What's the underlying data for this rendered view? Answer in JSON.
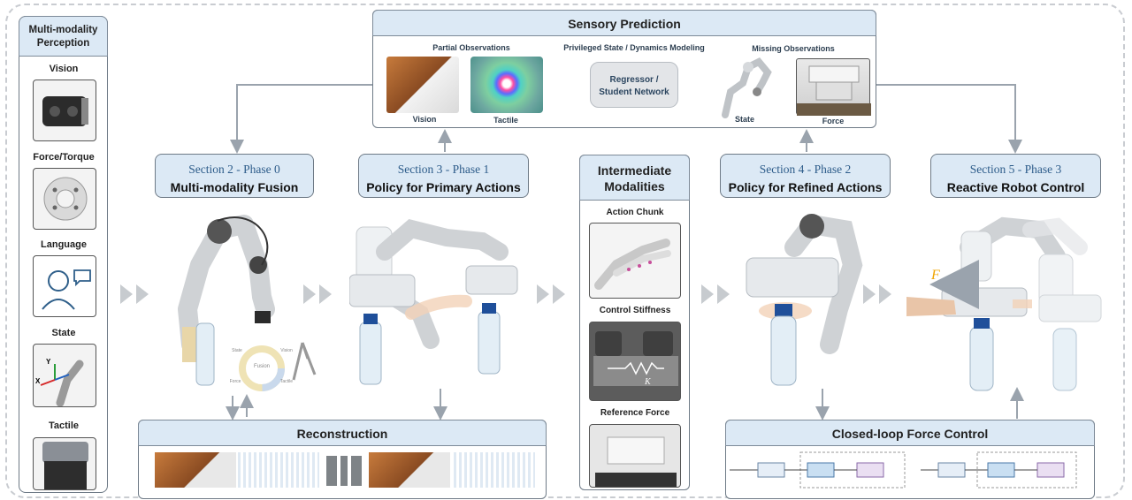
{
  "sensory_prediction": {
    "title": "Sensory Prediction",
    "partial_observations": "Partial Observations",
    "privileged_state": "Privileged State / Dynamics Modeling",
    "missing_observations": "Missing Observations",
    "vision": "Vision",
    "tactile": "Tactile",
    "regressor": "Regressor /\nStudent Network",
    "state": "State",
    "force": "Force"
  },
  "perception": {
    "title": "Multi-modality\nPerception",
    "items": [
      "Vision",
      "Force/Torque",
      "Language",
      "State",
      "Tactile"
    ]
  },
  "phases": [
    {
      "section": "Section 2 - Phase  0",
      "name": "Multi-modality Fusion"
    },
    {
      "section": "Section 3 - Phase  1",
      "name": "Policy for Primary Actions"
    },
    {
      "section": "Section 4 - Phase  2",
      "name": "Policy for Refined Actions"
    },
    {
      "section": "Section 5 - Phase  3",
      "name": "Reactive Robot Control"
    }
  ],
  "intermediate": {
    "title": "Intermediate\nModalities",
    "items": [
      "Action Chunk",
      "Control Stiffness",
      "Reference Force"
    ]
  },
  "reconstruction": {
    "title": "Reconstruction"
  },
  "closed_loop": {
    "title": "Closed-loop Force Control"
  },
  "fusion_wheel": {
    "center": "Fusion",
    "labels": [
      "State",
      "Vision",
      "Force",
      "Tactile"
    ]
  },
  "symbols": {
    "stiffness": "K",
    "force": "F"
  },
  "colors": {
    "header_fill": "#dce9f5",
    "border": "#6e7a86",
    "arrow": "#9aa3ad",
    "section_text": "#2d5c8a"
  }
}
